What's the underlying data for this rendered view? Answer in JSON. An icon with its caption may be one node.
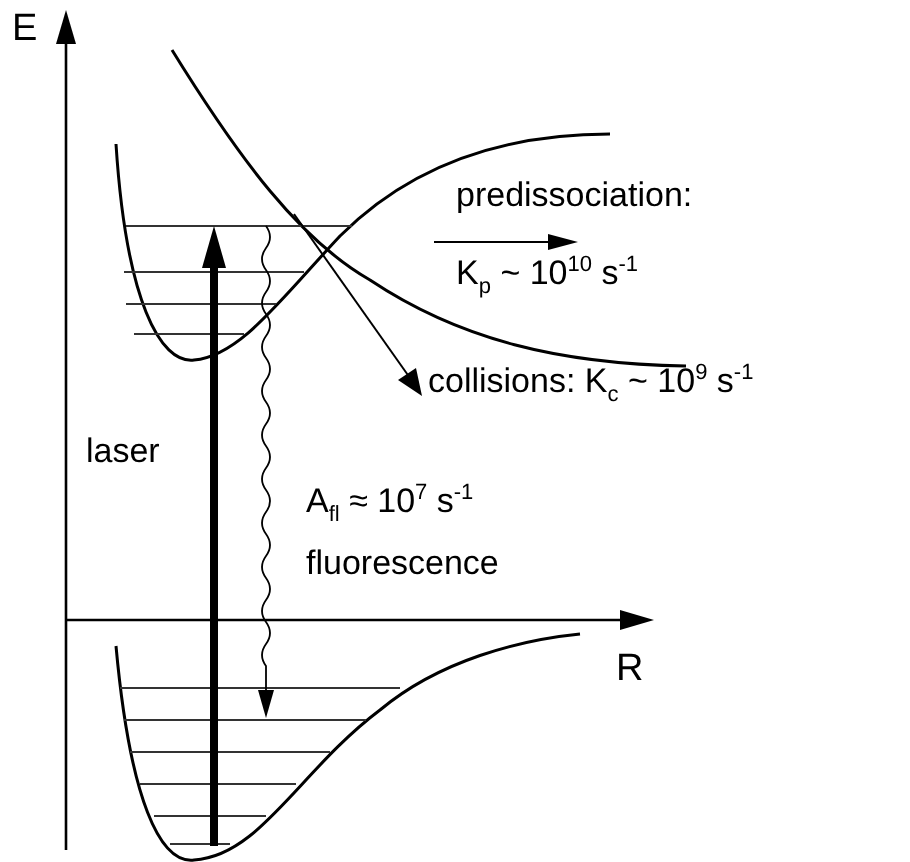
{
  "diagram": {
    "labels": [
      "E",
      "predissociation:",
      "K$_{p}$ ~ 10$^{10}$  s$^{-1}$",
      "collisions: K$_{c}$ ~ 10$^{9}$ s$^{-1}$",
      "laser",
      "A$_{fl}$ ≈ 10$^{7}$ s$^{-1}$",
      "fluorescence",
      "R"
    ]
  }
}
